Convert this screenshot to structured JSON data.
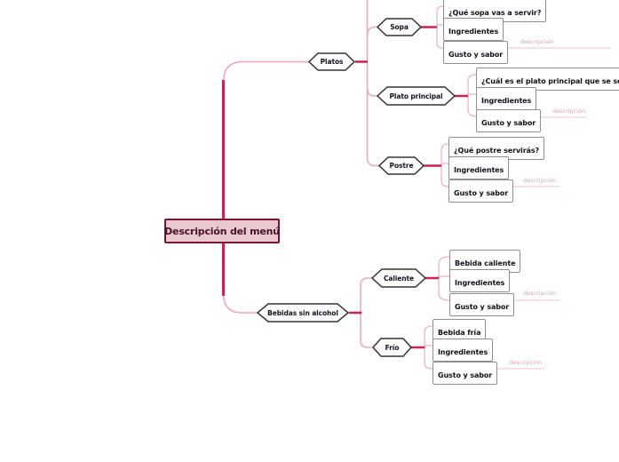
{
  "colors": {
    "trunk_line": "#cf2150",
    "branch_line": "#f0a4b8",
    "leaf_line": "#f1adc0",
    "description_line": "#f4bfcc",
    "hexagon_border": "#333333",
    "leaf_border": "#8f8f8f",
    "root_fill": "#eac8d0",
    "root_border": "#7a1533",
    "root_text": "#47122a",
    "edge_label_text": "#d0a6b1"
  },
  "mindmap": {
    "root": {
      "label": "Descripción del menú"
    },
    "branches": [
      {
        "label": "Platos",
        "children": [
          {
            "label": "Sopa",
            "leaves": [
              {
                "label": "¿Qué sopa vas a servir?"
              },
              {
                "label": "Ingredientes"
              },
              {
                "label": "Gusto y sabor",
                "edge_label": "descripción"
              }
            ]
          },
          {
            "label": "Plato principal",
            "leaves": [
              {
                "label": "¿Cuál es el plato principal que se servirá?"
              },
              {
                "label": "Ingredientes"
              },
              {
                "label": "Gusto y sabor",
                "edge_label": "descripción"
              }
            ]
          },
          {
            "label": "Postre",
            "leaves": [
              {
                "label": "¿Qué postre servirás?"
              },
              {
                "label": "Ingredientes"
              },
              {
                "label": "Gusto y sabor",
                "edge_label": "descripción"
              }
            ]
          }
        ]
      },
      {
        "label": "Bebidas sin alcohol",
        "children": [
          {
            "label": "Caliente",
            "leaves": [
              {
                "label": "Bebida caliente"
              },
              {
                "label": "Ingredientes"
              },
              {
                "label": "Gusto y sabor",
                "edge_label": "descripción"
              }
            ]
          },
          {
            "label": "Frío",
            "leaves": [
              {
                "label": "Bebida fría"
              },
              {
                "label": "Ingredientes"
              },
              {
                "label": "Gusto y sabor",
                "edge_label": "descripción"
              }
            ]
          }
        ]
      }
    ]
  }
}
